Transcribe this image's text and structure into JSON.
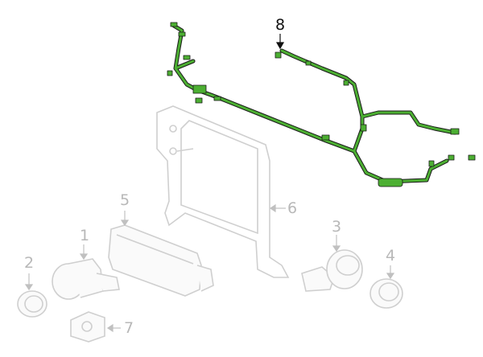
{
  "colors": {
    "harness": "#4caf32",
    "harness_outline": "#1a1a1a",
    "inactive_part": "#c8c8c8",
    "active_label": "#111111"
  },
  "callouts": [
    {
      "number": "1",
      "part": "parking-sensor"
    },
    {
      "number": "2",
      "part": "sensor-bezel-ring"
    },
    {
      "number": "3",
      "part": "parking-sensor"
    },
    {
      "number": "4",
      "part": "sensor-bezel-ring"
    },
    {
      "number": "5",
      "part": "control-module"
    },
    {
      "number": "6",
      "part": "module-bracket"
    },
    {
      "number": "7",
      "part": "sensor-clip"
    },
    {
      "number": "8",
      "part": "wiring-harness"
    }
  ]
}
